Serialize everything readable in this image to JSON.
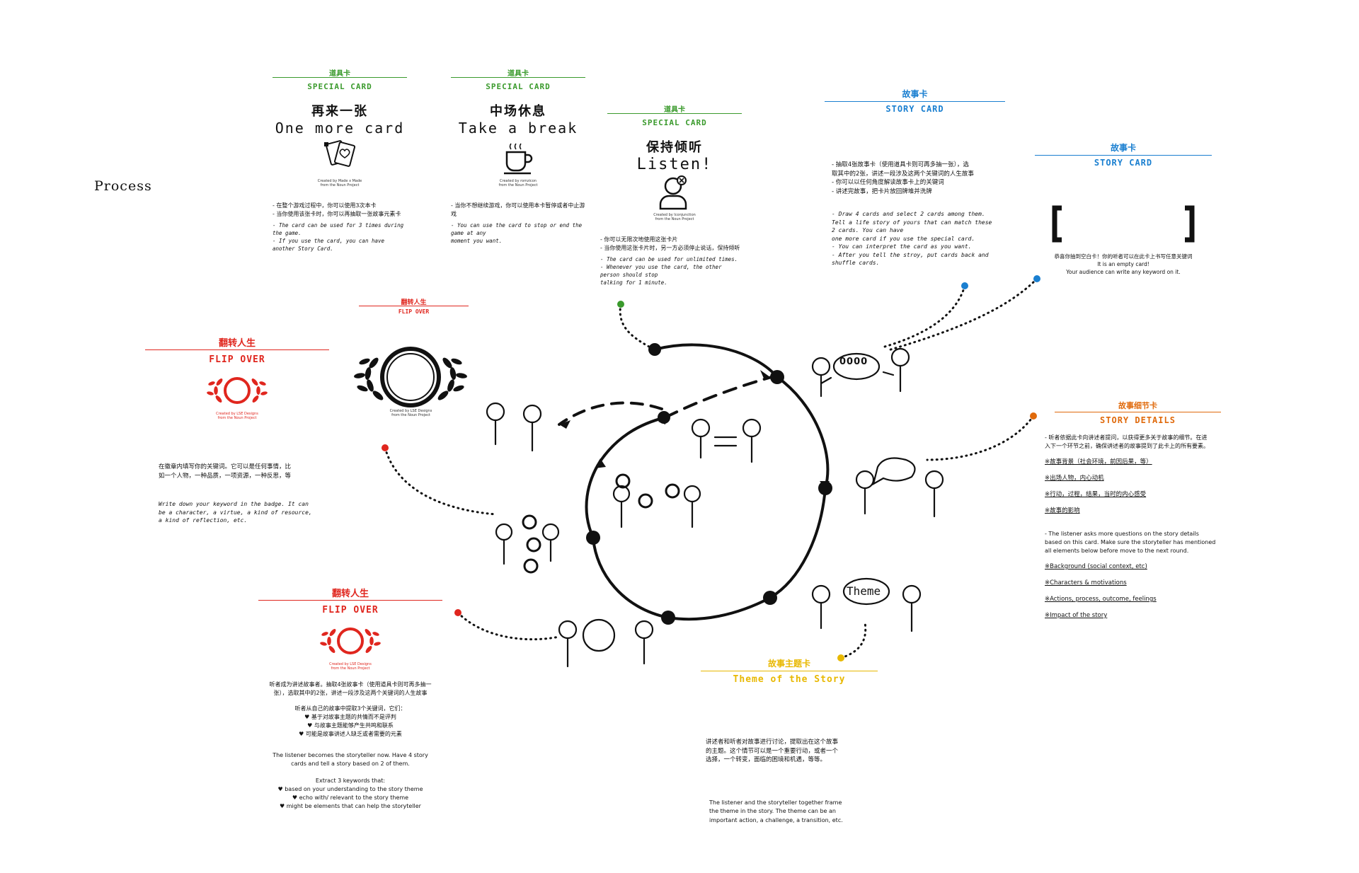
{
  "page": {
    "title": "Process"
  },
  "colors": {
    "special": "#3a9a2c",
    "story": "#1a7fd0",
    "flip": "#e0261e",
    "details": "#e06a0c",
    "theme": "#e8b800",
    "ink": "#111111"
  },
  "special_cards": [
    {
      "cn_header": "道具卡",
      "en_header": "SPECIAL CARD",
      "name_cn": "再来一张",
      "name_en": "One more card",
      "icon": "two-cards-heart-icon",
      "credit": [
        "Created by Made x Made",
        "from the Noun Project"
      ],
      "rules_cn": [
        "- 在整个游戏过程中，你可以使用3次本卡",
        "- 当你使用该张卡时，你可以再抽取一张故事元素卡"
      ],
      "rules_en": [
        "- The card can be used for 3 times during the game.",
        "- If you use the card, you can have another Story Card."
      ]
    },
    {
      "cn_header": "道具卡",
      "en_header": "SPECIAL CARD",
      "name_cn": "中场休息",
      "name_en": "Take a break",
      "icon": "coffee-cup-icon",
      "credit": [
        "Created by romzicon",
        "from the Noun Project"
      ],
      "rules_cn": [
        "- 当你不想继续游戏，你可以使用本卡暂停或者中止游戏"
      ],
      "rules_en": [
        "- You can use the card to stop or end the game at any",
        "moment you want."
      ]
    },
    {
      "cn_header": "道具卡",
      "en_header": "SPECIAL CARD",
      "name_cn": "保持倾听",
      "name_en": "Listen!",
      "icon": "mute-person-icon",
      "credit": [
        "Created by Iconjunction",
        "from the Noun Project"
      ],
      "rules_cn": [
        "- 你可以无限次地使用这张卡片",
        "- 当你使用这张卡片时，另一方必须停止说话，保持倾听"
      ],
      "rules_en": [
        "- The card can be used for unlimited times.",
        "- Whenever you use the card, the other person should stop",
        "talking for 1 minute."
      ]
    }
  ],
  "story_card_1": {
    "cn_header": "故事卡",
    "en_header": "STORY CARD",
    "rules_cn": [
      "- 抽取4张故事卡（使用道具卡则可再多抽一张），选",
      "取其中的2张，讲述一段涉及这两个关键词的人生故事",
      "- 你可以以任何角度解读故事卡上的关键词",
      "- 讲述完故事，把卡片放回牌堆并洗牌"
    ],
    "rules_en": [
      "- Draw 4 cards and select 2 cards among them.",
      "Tell a life story of yours that can match these",
      "2 cards. You can have",
      "one more card if you use the special card.",
      "- You can interpret the card as you want.",
      "- After you tell the stroy, put cards back and",
      "shuffle cards."
    ]
  },
  "story_card_2": {
    "cn_header": "故事卡",
    "en_header": "STORY CARD",
    "empty_cn": "恭喜你抽到空白卡！你的听者可以在此卡上书写任意关键词",
    "empty_en": [
      "It is an empty card!",
      "Your audience can write any keyword on it."
    ]
  },
  "flip_small": {
    "cn_header": "翻转人生",
    "en_header": "FLIP OVER",
    "credit": [
      "Created by LSE Designs",
      "from the Noun Project"
    ]
  },
  "flip_left": {
    "cn_header": "翻转人生",
    "en_header": "FLIP OVER",
    "credit": [
      "Created by LSE Designs",
      "from the Noun Project"
    ],
    "rules_cn": [
      "在徽章内填写你的关键词。它可以是任何事情，比",
      "如一个人物，一种品质，一项资源，一种反思，等"
    ],
    "rules_en": [
      "Write down your keyword in the badge. It can",
      "be a character, a virtue, a kind of resource,",
      "a kind of reflection, etc."
    ]
  },
  "flip_bottom": {
    "cn_header": "翻转人生",
    "en_header": "FLIP OVER",
    "credit": [
      "Created by LSE Designs",
      "from the Noun Project"
    ],
    "intro_cn": [
      "听者成为讲述故事者。抽取4张故事卡（使用道具卡则可再多抽一",
      "张），选取其中的2张，讲述一段涉及这两个关键词的人生故事"
    ],
    "extract_cn": "听者从自己的故事中提取3个关键词，它们：",
    "bullets_cn": [
      "♥ 基于对故事主题的共情而不是评判",
      "♥ 与故事主题能够产生共鸣和联系",
      "♥ 可能是故事讲述人缺乏或者需要的元素"
    ],
    "intro_en": [
      "The listener becomes the storyteller now. Have 4 story",
      "cards and tell a story based on 2 of them."
    ],
    "extract_en": "Extract 3 keywords that:",
    "bullets_en": [
      "♥ based on your understanding to the story theme",
      "♥ echo with/ relevant to the story theme",
      "♥ might be elements that can help the storyteller"
    ]
  },
  "story_details": {
    "cn_header": "故事细节卡",
    "en_header": "STORY DETAILS",
    "intro_cn": [
      "- 听者依据此卡向讲述者提问，以获得更多关于故事的细节。在进",
      "入下一个环节之前，确保讲述者的故事提到了此卡上的所有要素。"
    ],
    "items_cn": [
      "※故事背景（社会环境，前因后果，等）",
      "※出场人物，内心动机",
      "※行动，过程，结果，当时的内心感受",
      "※故事的影响"
    ],
    "intro_en": [
      "- The listener asks more questions on the story details",
      "based on this card. Make sure the storyteller has mentioned",
      "all elements below before move to the next round."
    ],
    "items_en": [
      "※Background (social context, etc)",
      "※Characters & motivations",
      "※Actions, process, outcome, feelings",
      "※Impact of the story"
    ]
  },
  "theme_card": {
    "cn_header": "故事主题卡",
    "en_header": "Theme of the Story",
    "rules_cn": [
      "讲述者和听者对故事进行讨论，提取出在这个故事",
      "的主题。这个情节可以是一个重要行动，或者一个",
      "选择，一个转变，面临的困境和机遇，等等。"
    ],
    "rules_en": [
      "The listener and the storyteller together frame",
      "the theme in the story. The theme can be an",
      "important action, a challenge, a transition, etc."
    ]
  },
  "cycle": {
    "theme_bubble": "Theme",
    "story_bubble": "0000"
  }
}
